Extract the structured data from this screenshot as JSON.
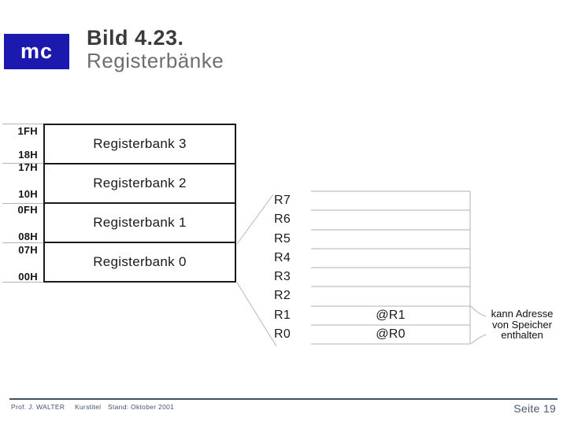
{
  "slide": {
    "logo_text": "mc",
    "title": "Bild 4.23.",
    "subtitle": "Registerbänke"
  },
  "diagram": {
    "banks": [
      {
        "label": "Registerbank 3",
        "addr_top": "1FH",
        "addr_bottom": "18H"
      },
      {
        "label": "Registerbank 2",
        "addr_top": "17H",
        "addr_bottom": "10H"
      },
      {
        "label": "Registerbank 1",
        "addr_top": "0FH",
        "addr_bottom": "08H"
      },
      {
        "label": "Registerbank 0",
        "addr_top": "07H",
        "addr_bottom": "00H"
      }
    ],
    "registers": [
      {
        "label": "R7",
        "value": ""
      },
      {
        "label": "R6",
        "value": ""
      },
      {
        "label": "R5",
        "value": ""
      },
      {
        "label": "R4",
        "value": ""
      },
      {
        "label": "R3",
        "value": ""
      },
      {
        "label": "R2",
        "value": ""
      },
      {
        "label": "R1",
        "value": "@R1"
      },
      {
        "label": "R0",
        "value": "@R0"
      }
    ],
    "note_lines": [
      "kann Adresse",
      "von Speicher",
      "enthalten"
    ]
  },
  "footer": {
    "author": "Prof. J. WALTER",
    "course": "Kurstitel",
    "date_info": "Stand: Oktober 2001",
    "page": "Seite 19"
  },
  "colors": {
    "logo_blue": "#1c1aae",
    "title_text": "#3b3b3b",
    "subtitle_text": "#6e6e6e",
    "footer_slate": "#41505e",
    "diagram_line_dark": "#1a1a1a",
    "diagram_line_light": "#b4b4b4"
  }
}
